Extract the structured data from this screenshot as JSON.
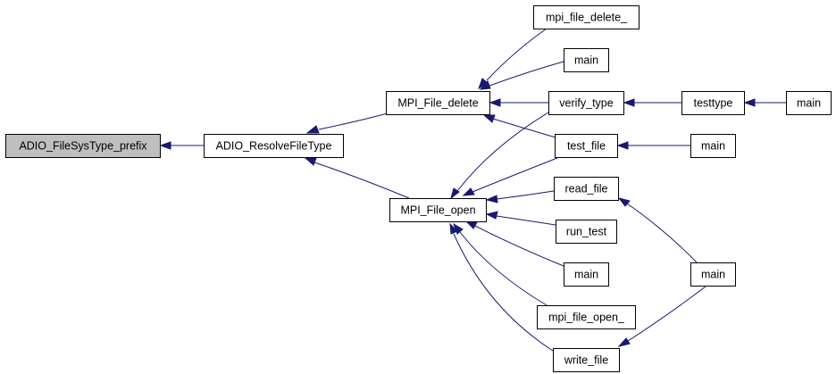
{
  "colors": {
    "edge": "#191970",
    "root_fill": "#bfbfbf",
    "node_fill": "#ffffff",
    "node_border": "#000000"
  },
  "nodes": [
    {
      "id": "adio-filesystype-prefix",
      "label": "ADIO_FileSysType_prefix",
      "root": true
    },
    {
      "id": "adio-resolvefiletype",
      "label": "ADIO_ResolveFileType"
    },
    {
      "id": "mpi-file-delete",
      "label": "MPI_File_delete"
    },
    {
      "id": "mpi-file-open",
      "label": "MPI_File_open"
    },
    {
      "id": "mpi-file-delete-underscore",
      "label": "mpi_file_delete_"
    },
    {
      "id": "main-1",
      "label": "main"
    },
    {
      "id": "verify-type",
      "label": "verify_type"
    },
    {
      "id": "test-file",
      "label": "test_file"
    },
    {
      "id": "read-file",
      "label": "read_file"
    },
    {
      "id": "run-test",
      "label": "run_test"
    },
    {
      "id": "main-2",
      "label": "main"
    },
    {
      "id": "mpi-file-open-underscore",
      "label": "mpi_file_open_"
    },
    {
      "id": "write-file",
      "label": "write_file"
    },
    {
      "id": "testtype",
      "label": "testtype"
    },
    {
      "id": "main-3",
      "label": "main"
    },
    {
      "id": "main-4",
      "label": "main"
    },
    {
      "id": "main-5",
      "label": "main"
    }
  ],
  "edges": [
    {
      "from": "adio-resolvefiletype",
      "to": "adio-filesystype-prefix"
    },
    {
      "from": "mpi-file-delete",
      "to": "adio-resolvefiletype"
    },
    {
      "from": "mpi-file-open",
      "to": "adio-resolvefiletype"
    },
    {
      "from": "mpi-file-delete-underscore",
      "to": "mpi-file-delete"
    },
    {
      "from": "main-1",
      "to": "mpi-file-delete"
    },
    {
      "from": "verify-type",
      "to": "mpi-file-delete"
    },
    {
      "from": "test-file",
      "to": "mpi-file-delete"
    },
    {
      "from": "verify-type",
      "to": "mpi-file-open"
    },
    {
      "from": "test-file",
      "to": "mpi-file-open"
    },
    {
      "from": "read-file",
      "to": "mpi-file-open"
    },
    {
      "from": "run-test",
      "to": "mpi-file-open"
    },
    {
      "from": "main-2",
      "to": "mpi-file-open"
    },
    {
      "from": "mpi-file-open-underscore",
      "to": "mpi-file-open"
    },
    {
      "from": "write-file",
      "to": "mpi-file-open"
    },
    {
      "from": "testtype",
      "to": "verify-type"
    },
    {
      "from": "main-3",
      "to": "testtype"
    },
    {
      "from": "main-4",
      "to": "test-file"
    },
    {
      "from": "main-5",
      "to": "read-file"
    },
    {
      "from": "main-5",
      "to": "write-file"
    }
  ]
}
